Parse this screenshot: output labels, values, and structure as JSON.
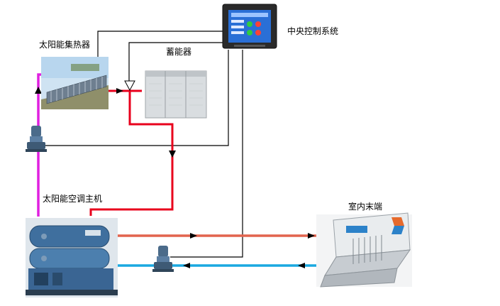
{
  "labels": {
    "solar_collector": "太阳能集热器",
    "storage": "蓄能器",
    "control": "中央控制系统",
    "chiller": "太阳能空调主机",
    "terminal": "室内末端"
  },
  "colors": {
    "control_wire": "#000000",
    "hot_pipe": "#e8001c",
    "solar_pipe": "#e020e0",
    "supply_pipe": "#e2644e",
    "return_pipe": "#1aa8e0",
    "arrow": "#000000",
    "screen": "#2a6fd6"
  },
  "icons": {
    "control_panel": "touchscreen-panel-icon",
    "collector": "solar-collector-icon",
    "storage": "storage-tank-icon",
    "chiller": "absorption-chiller-icon",
    "pump": "circulation-pump-icon",
    "terminal": "fan-coil-unit-icon",
    "valve": "three-way-valve-icon"
  }
}
